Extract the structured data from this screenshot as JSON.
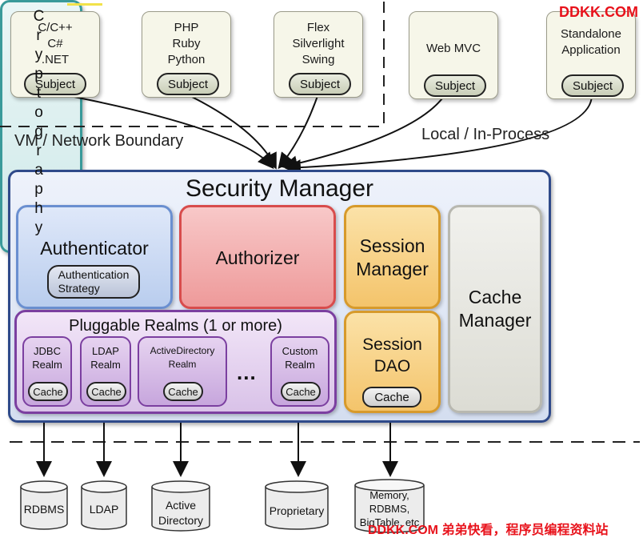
{
  "clients": [
    {
      "label": "C/C++\nC#\n.NET",
      "subject": "Subject"
    },
    {
      "label": "PHP\nRuby\nPython",
      "subject": "Subject"
    },
    {
      "label": "Flex\nSilverlight\nSwing",
      "subject": "Subject"
    },
    {
      "label": "Web MVC",
      "subject": "Subject"
    },
    {
      "label": "Standalone\nApplication",
      "subject": "Subject"
    }
  ],
  "boundaries": {
    "vm_network": "VM / Network Boundary",
    "local_in_process": "Local / In-Process"
  },
  "security_manager": {
    "title": "Security Manager",
    "authenticator": "Authenticator",
    "authentication_strategy": "Authentication\nStrategy",
    "authorizer": "Authorizer",
    "session_manager": "Session\nManager",
    "cache_manager": "Cache\nManager",
    "session_dao": "Session\nDAO",
    "session_dao_cache": "Cache",
    "realms": {
      "title": "Pluggable Realms (1 or more)",
      "items": [
        {
          "label": "JDBC\nRealm",
          "cache": "Cache"
        },
        {
          "label": "LDAP\nRealm",
          "cache": "Cache"
        },
        {
          "label": "ActiveDirectory\nRealm",
          "cache": "Cache"
        },
        {
          "label": "Custom\nRealm",
          "cache": "Cache"
        }
      ],
      "ellipsis": "..."
    }
  },
  "cryptography": [
    "C",
    "r",
    "y",
    "p",
    "t",
    "o",
    "g",
    "r",
    "a",
    "p",
    "h",
    "y"
  ],
  "data_stores": [
    "RDBMS",
    "LDAP",
    "Active\nDirectory",
    "Proprietary",
    "Memory,\nRDBMS,\nBigTable, etc"
  ],
  "watermarks": {
    "top": "DDKK.COM",
    "bottom": "DDKK.COM 弟弟快看，程序员编程资料站"
  }
}
